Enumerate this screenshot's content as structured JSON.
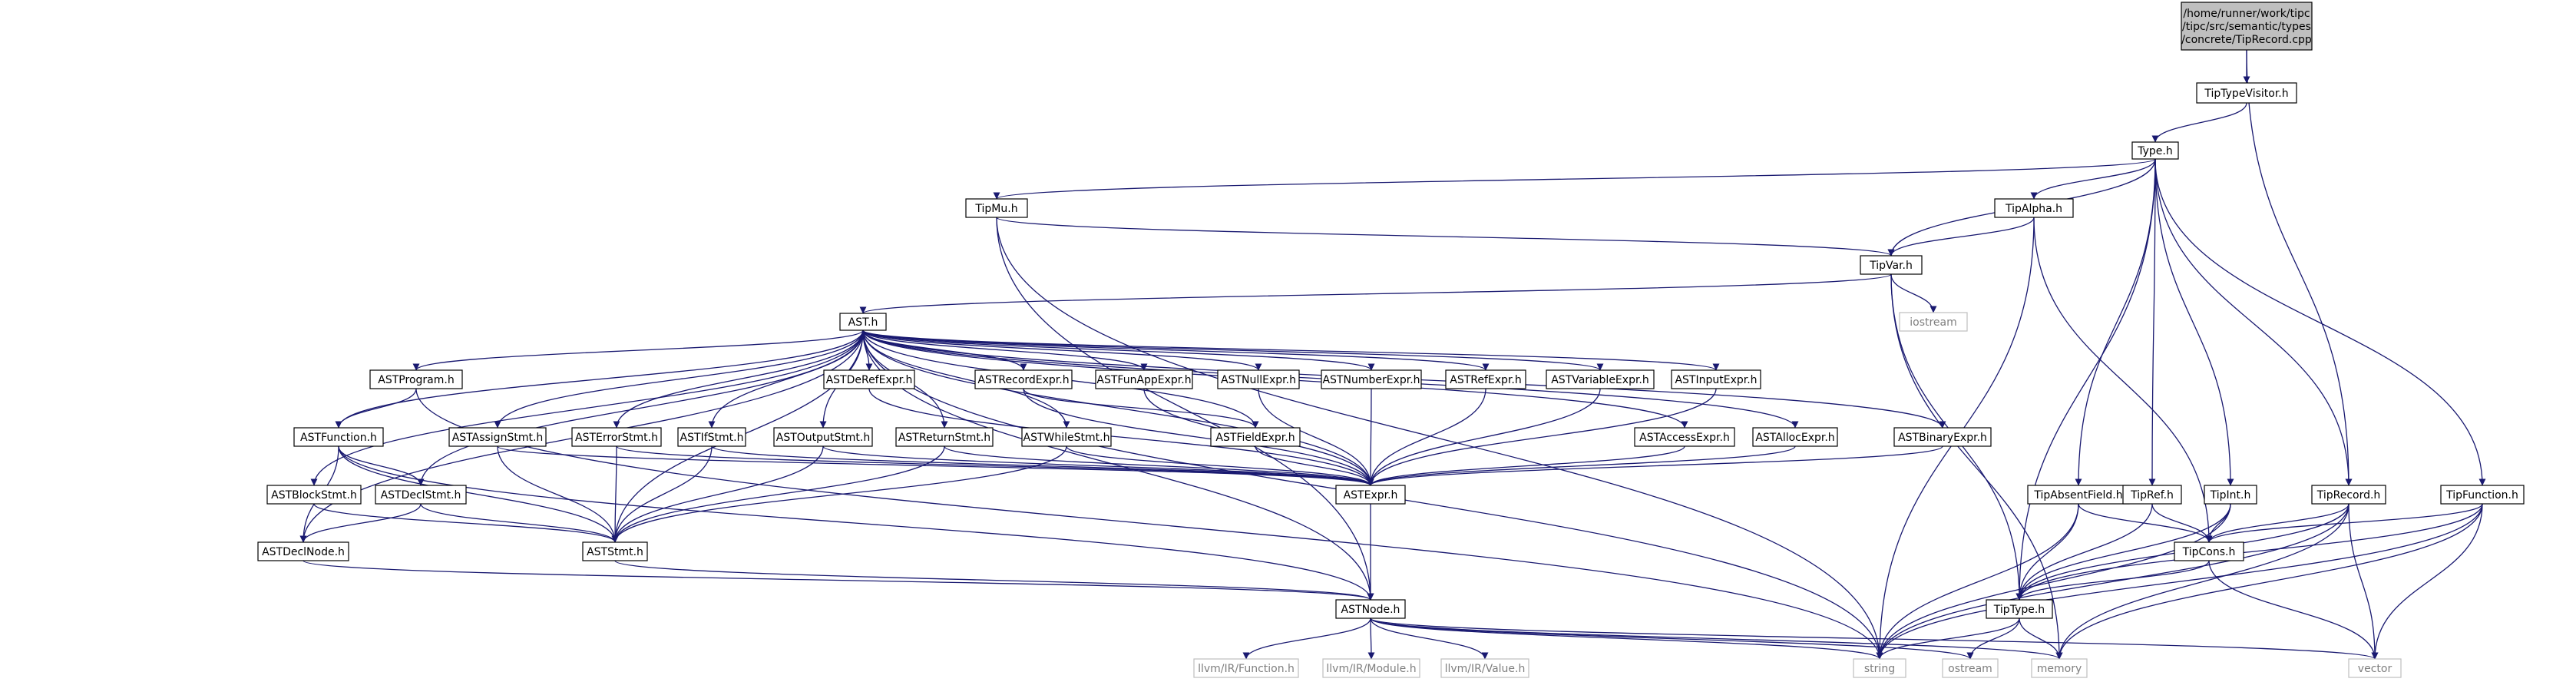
{
  "colors": {
    "edge": "#191970",
    "node_border": "#000000",
    "node_fill": "#ffffff",
    "node_text": "#000000",
    "external_border": "#bfbfbf",
    "external_text": "#7f7f7f",
    "root_fill": "#bfbfbf"
  },
  "nodes": [
    {
      "id": "root",
      "lines": [
        "/home/runner/work/tipc",
        "/tipc/src/semantic/types",
        "/concrete/TipRecord.cpp"
      ],
      "kind": "root"
    },
    {
      "id": "TipTypeVisitor",
      "lines": [
        "TipTypeVisitor.h"
      ],
      "kind": "normal"
    },
    {
      "id": "Type",
      "lines": [
        "Type.h"
      ],
      "kind": "normal"
    },
    {
      "id": "TipMu",
      "lines": [
        "TipMu.h"
      ],
      "kind": "normal"
    },
    {
      "id": "TipAlpha",
      "lines": [
        "TipAlpha.h"
      ],
      "kind": "normal"
    },
    {
      "id": "TipVar",
      "lines": [
        "TipVar.h"
      ],
      "kind": "normal"
    },
    {
      "id": "iostream",
      "lines": [
        "iostream"
      ],
      "kind": "external"
    },
    {
      "id": "AST",
      "lines": [
        "AST.h"
      ],
      "kind": "normal"
    },
    {
      "id": "ASTProgram",
      "lines": [
        "ASTProgram.h"
      ],
      "kind": "normal"
    },
    {
      "id": "ASTDeRefExpr",
      "lines": [
        "ASTDeRefExpr.h"
      ],
      "kind": "normal"
    },
    {
      "id": "ASTRecordExpr",
      "lines": [
        "ASTRecordExpr.h"
      ],
      "kind": "normal"
    },
    {
      "id": "ASTFunAppExpr",
      "lines": [
        "ASTFunAppExpr.h"
      ],
      "kind": "normal"
    },
    {
      "id": "ASTNullExpr",
      "lines": [
        "ASTNullExpr.h"
      ],
      "kind": "normal"
    },
    {
      "id": "ASTNumberExpr",
      "lines": [
        "ASTNumberExpr.h"
      ],
      "kind": "normal"
    },
    {
      "id": "ASTRefExpr",
      "lines": [
        "ASTRefExpr.h"
      ],
      "kind": "normal"
    },
    {
      "id": "ASTVariableExpr",
      "lines": [
        "ASTVariableExpr.h"
      ],
      "kind": "normal"
    },
    {
      "id": "ASTInputExpr",
      "lines": [
        "ASTInputExpr.h"
      ],
      "kind": "normal"
    },
    {
      "id": "ASTFunction",
      "lines": [
        "ASTFunction.h"
      ],
      "kind": "normal"
    },
    {
      "id": "ASTAssignStmt",
      "lines": [
        "ASTAssignStmt.h"
      ],
      "kind": "normal"
    },
    {
      "id": "ASTErrorStmt",
      "lines": [
        "ASTErrorStmt.h"
      ],
      "kind": "normal"
    },
    {
      "id": "ASTIfStmt",
      "lines": [
        "ASTIfStmt.h"
      ],
      "kind": "normal"
    },
    {
      "id": "ASTOutputStmt",
      "lines": [
        "ASTOutputStmt.h"
      ],
      "kind": "normal"
    },
    {
      "id": "ASTReturnStmt",
      "lines": [
        "ASTReturnStmt.h"
      ],
      "kind": "normal"
    },
    {
      "id": "ASTWhileStmt",
      "lines": [
        "ASTWhileStmt.h"
      ],
      "kind": "normal"
    },
    {
      "id": "ASTFieldExpr",
      "lines": [
        "ASTFieldExpr.h"
      ],
      "kind": "normal"
    },
    {
      "id": "ASTAccessExpr",
      "lines": [
        "ASTAccessExpr.h"
      ],
      "kind": "normal"
    },
    {
      "id": "ASTAllocExpr",
      "lines": [
        "ASTAllocExpr.h"
      ],
      "kind": "normal"
    },
    {
      "id": "ASTBinaryExpr",
      "lines": [
        "ASTBinaryExpr.h"
      ],
      "kind": "normal"
    },
    {
      "id": "ASTBlockStmt",
      "lines": [
        "ASTBlockStmt.h"
      ],
      "kind": "normal"
    },
    {
      "id": "ASTDeclStmt",
      "lines": [
        "ASTDeclStmt.h"
      ],
      "kind": "normal"
    },
    {
      "id": "ASTExpr",
      "lines": [
        "ASTExpr.h"
      ],
      "kind": "normal"
    },
    {
      "id": "ASTDeclNode",
      "lines": [
        "ASTDeclNode.h"
      ],
      "kind": "normal"
    },
    {
      "id": "ASTStmt",
      "lines": [
        "ASTStmt.h"
      ],
      "kind": "normal"
    },
    {
      "id": "ASTNode",
      "lines": [
        "ASTNode.h"
      ],
      "kind": "normal"
    },
    {
      "id": "TipAbsentField",
      "lines": [
        "TipAbsentField.h"
      ],
      "kind": "normal"
    },
    {
      "id": "TipRef",
      "lines": [
        "TipRef.h"
      ],
      "kind": "normal"
    },
    {
      "id": "TipInt",
      "lines": [
        "TipInt.h"
      ],
      "kind": "normal"
    },
    {
      "id": "TipRecord",
      "lines": [
        "TipRecord.h"
      ],
      "kind": "normal"
    },
    {
      "id": "TipFunction",
      "lines": [
        "TipFunction.h"
      ],
      "kind": "normal"
    },
    {
      "id": "TipCons",
      "lines": [
        "TipCons.h"
      ],
      "kind": "normal"
    },
    {
      "id": "TipType",
      "lines": [
        "TipType.h"
      ],
      "kind": "normal"
    },
    {
      "id": "llvmFunction",
      "lines": [
        "llvm/IR/Function.h"
      ],
      "kind": "external"
    },
    {
      "id": "llvmModule",
      "lines": [
        "llvm/IR/Module.h"
      ],
      "kind": "external"
    },
    {
      "id": "llvmValue",
      "lines": [
        "llvm/IR/Value.h"
      ],
      "kind": "external"
    },
    {
      "id": "string",
      "lines": [
        "string"
      ],
      "kind": "external"
    },
    {
      "id": "ostream",
      "lines": [
        "ostream"
      ],
      "kind": "external"
    },
    {
      "id": "memory",
      "lines": [
        "memory"
      ],
      "kind": "external"
    },
    {
      "id": "vector",
      "lines": [
        "vector"
      ],
      "kind": "external"
    }
  ],
  "edges": [
    [
      "root",
      "TipTypeVisitor"
    ],
    [
      "root",
      "TipRecord"
    ],
    [
      "TipTypeVisitor",
      "Type"
    ],
    [
      "Type",
      "TipMu"
    ],
    [
      "Type",
      "TipAlpha"
    ],
    [
      "Type",
      "TipVar"
    ],
    [
      "Type",
      "TipAbsentField"
    ],
    [
      "Type",
      "TipRef"
    ],
    [
      "Type",
      "TipInt"
    ],
    [
      "Type",
      "TipRecord"
    ],
    [
      "Type",
      "TipFunction"
    ],
    [
      "Type",
      "TipType"
    ],
    [
      "TipMu",
      "TipVar"
    ],
    [
      "TipMu",
      "string"
    ],
    [
      "TipMu",
      "ASTNode"
    ],
    [
      "TipAlpha",
      "TipVar"
    ],
    [
      "TipAlpha",
      "string"
    ],
    [
      "TipAlpha",
      "TipCons"
    ],
    [
      "TipVar",
      "AST"
    ],
    [
      "TipVar",
      "iostream"
    ],
    [
      "TipVar",
      "TipType"
    ],
    [
      "TipVar",
      "memory"
    ],
    [
      "AST",
      "ASTProgram"
    ],
    [
      "AST",
      "ASTDeRefExpr"
    ],
    [
      "AST",
      "ASTRecordExpr"
    ],
    [
      "AST",
      "ASTFunAppExpr"
    ],
    [
      "AST",
      "ASTNullExpr"
    ],
    [
      "AST",
      "ASTNumberExpr"
    ],
    [
      "AST",
      "ASTRefExpr"
    ],
    [
      "AST",
      "ASTVariableExpr"
    ],
    [
      "AST",
      "ASTInputExpr"
    ],
    [
      "AST",
      "ASTFunction"
    ],
    [
      "AST",
      "ASTAssignStmt"
    ],
    [
      "AST",
      "ASTErrorStmt"
    ],
    [
      "AST",
      "ASTIfStmt"
    ],
    [
      "AST",
      "ASTOutputStmt"
    ],
    [
      "AST",
      "ASTReturnStmt"
    ],
    [
      "AST",
      "ASTWhileStmt"
    ],
    [
      "AST",
      "ASTFieldExpr"
    ],
    [
      "AST",
      "ASTAccessExpr"
    ],
    [
      "AST",
      "ASTAllocExpr"
    ],
    [
      "AST",
      "ASTBinaryExpr"
    ],
    [
      "AST",
      "ASTBlockStmt"
    ],
    [
      "AST",
      "ASTDeclStmt"
    ],
    [
      "AST",
      "ASTDeclNode"
    ],
    [
      "AST",
      "ASTStmt"
    ],
    [
      "AST",
      "ASTExpr"
    ],
    [
      "AST",
      "ASTNode"
    ],
    [
      "AST",
      "string"
    ],
    [
      "ASTProgram",
      "ASTFunction"
    ],
    [
      "ASTProgram",
      "string"
    ],
    [
      "ASTDeRefExpr",
      "ASTExpr"
    ],
    [
      "ASTRecordExpr",
      "ASTFieldExpr"
    ],
    [
      "ASTRecordExpr",
      "ASTExpr"
    ],
    [
      "ASTFunAppExpr",
      "ASTExpr"
    ],
    [
      "ASTNullExpr",
      "ASTExpr"
    ],
    [
      "ASTNumberExpr",
      "ASTExpr"
    ],
    [
      "ASTRefExpr",
      "ASTExpr"
    ],
    [
      "ASTVariableExpr",
      "ASTExpr"
    ],
    [
      "ASTInputExpr",
      "ASTExpr"
    ],
    [
      "ASTFunction",
      "ASTDeclStmt"
    ],
    [
      "ASTFunction",
      "ASTStmt"
    ],
    [
      "ASTFunction",
      "ASTDeclNode"
    ],
    [
      "ASTFunction",
      "ASTNode"
    ],
    [
      "ASTAssignStmt",
      "ASTStmt"
    ],
    [
      "ASTAssignStmt",
      "ASTExpr"
    ],
    [
      "ASTErrorStmt",
      "ASTStmt"
    ],
    [
      "ASTErrorStmt",
      "ASTExpr"
    ],
    [
      "ASTIfStmt",
      "ASTStmt"
    ],
    [
      "ASTIfStmt",
      "ASTExpr"
    ],
    [
      "ASTOutputStmt",
      "ASTStmt"
    ],
    [
      "ASTOutputStmt",
      "ASTExpr"
    ],
    [
      "ASTReturnStmt",
      "ASTStmt"
    ],
    [
      "ASTReturnStmt",
      "ASTExpr"
    ],
    [
      "ASTWhileStmt",
      "ASTStmt"
    ],
    [
      "ASTWhileStmt",
      "ASTExpr"
    ],
    [
      "ASTFieldExpr",
      "ASTExpr"
    ],
    [
      "ASTAccessExpr",
      "ASTExpr"
    ],
    [
      "ASTAllocExpr",
      "ASTExpr"
    ],
    [
      "ASTBinaryExpr",
      "ASTExpr"
    ],
    [
      "ASTBlockStmt",
      "ASTStmt"
    ],
    [
      "ASTDeclStmt",
      "ASTStmt"
    ],
    [
      "ASTDeclStmt",
      "ASTDeclNode"
    ],
    [
      "ASTExpr",
      "ASTNode"
    ],
    [
      "ASTDeclNode",
      "ASTNode"
    ],
    [
      "ASTStmt",
      "ASTNode"
    ],
    [
      "ASTNode",
      "llvmFunction"
    ],
    [
      "ASTNode",
      "llvmModule"
    ],
    [
      "ASTNode",
      "llvmValue"
    ],
    [
      "ASTNode",
      "string"
    ],
    [
      "ASTNode",
      "ostream"
    ],
    [
      "ASTNode",
      "memory"
    ],
    [
      "ASTNode",
      "vector"
    ],
    [
      "TipAbsentField",
      "TipType"
    ],
    [
      "TipAbsentField",
      "string"
    ],
    [
      "TipAbsentField",
      "TipCons"
    ],
    [
      "TipRef",
      "TipCons"
    ],
    [
      "TipRef",
      "TipType"
    ],
    [
      "TipInt",
      "TipCons"
    ],
    [
      "TipInt",
      "TipType"
    ],
    [
      "TipInt",
      "string"
    ],
    [
      "TipRecord",
      "TipCons"
    ],
    [
      "TipRecord",
      "TipType"
    ],
    [
      "TipRecord",
      "string"
    ],
    [
      "TipRecord",
      "memory"
    ],
    [
      "TipRecord",
      "vector"
    ],
    [
      "TipFunction",
      "TipCons"
    ],
    [
      "TipFunction",
      "TipType"
    ],
    [
      "TipFunction",
      "string"
    ],
    [
      "TipFunction",
      "memory"
    ],
    [
      "TipFunction",
      "vector"
    ],
    [
      "TipCons",
      "TipType"
    ],
    [
      "TipCons",
      "vector"
    ],
    [
      "TipType",
      "string"
    ],
    [
      "TipType",
      "ostream"
    ],
    [
      "TipType",
      "memory"
    ]
  ]
}
